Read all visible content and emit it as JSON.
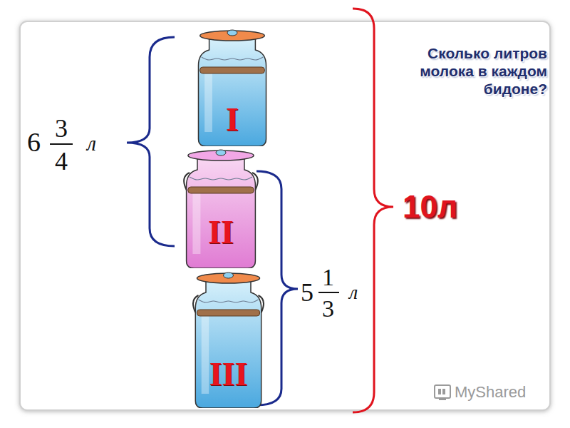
{
  "diagram": {
    "title": "Сколько литров молока в каждом бидоне?",
    "nodes": [
      {
        "text": [
          "I"
        ]
      },
      {
        "text": [
          "II"
        ]
      },
      {
        "text": [
          "III"
        ]
      }
    ],
    "labels": [
      "6",
      "3",
      "4",
      "л",
      "5",
      "1",
      "3",
      "л",
      "10л",
      "MyShared"
    ]
  }
}
